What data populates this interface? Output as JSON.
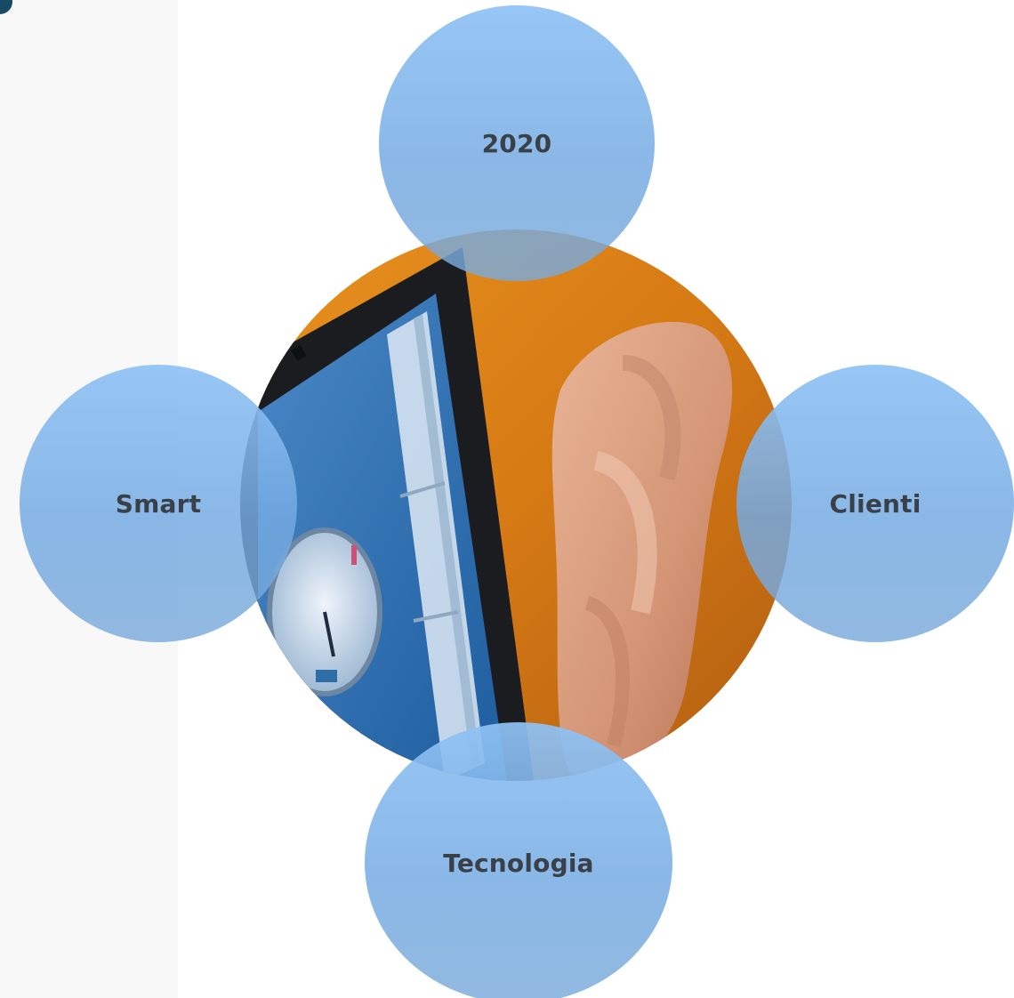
{
  "diagram": {
    "center_image": "laptop-gauge-photo",
    "bubbles": {
      "top": "2020",
      "left": "Smart",
      "right": "Clienti",
      "bottom": "Tecnologia"
    },
    "colors": {
      "bubble": "#8fc2f5",
      "label": "#3a4048",
      "side_panel": "#f8f8f9",
      "corner_mark": "#174a63"
    }
  }
}
